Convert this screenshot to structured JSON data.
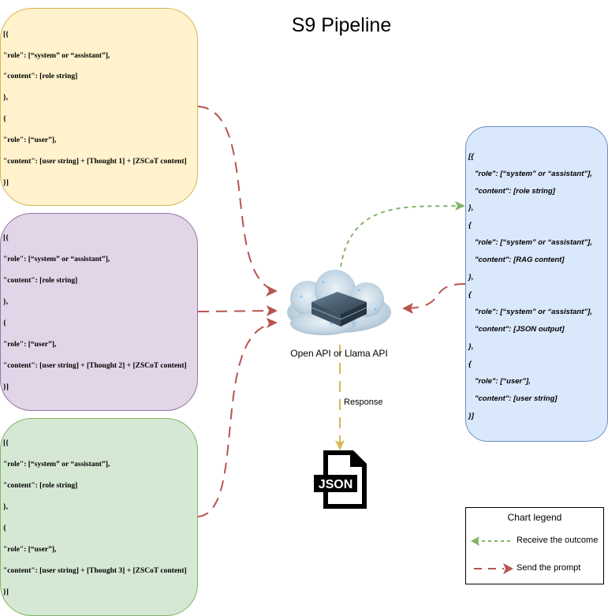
{
  "title": "S9 Pipeline",
  "prompt_boxes": [
    {
      "lines": [
        "[{",
        "\"role\": [“system” or “assistant”],",
        "\"content\": [role string]",
        "},",
        "{",
        "\"role\": [“user”],",
        "\"content\": [user string] + [Thought 1] + [ZSCoT content]",
        "}]"
      ]
    },
    {
      "lines": [
        "[{",
        "\"role\": [“system” or “assistant”],",
        "\"content\": [role string]",
        "},",
        "{",
        "\"role\": [“user”],",
        "\"content\": [user string] + [Thought 2] + [ZSCoT content]",
        "}]"
      ]
    },
    {
      "lines": [
        "[{",
        "\"role\": [“system” or “assistant”],",
        "\"content\": [role string]",
        "},",
        "{",
        "\"role\": [“user”],",
        "\"content\": [user string] + [Thought 3] + [ZSCoT content]",
        "}]"
      ]
    }
  ],
  "output_box": {
    "lines": [
      "[{",
      "\"role\": [“system” or “assistant”],",
      "\"content\": [role string]",
      "},",
      "{",
      "\"role\": [“system” or “assistant”],",
      "\"content\": [RAG content]",
      "},",
      "{",
      "\"role\": [“system” or “assistant”],",
      "\"content\": [JSON output]",
      "},",
      "{",
      "\"role\": [“user”],",
      "\"content\": [user string]",
      "}]"
    ]
  },
  "api_label": "Open API or Llama API",
  "response_label": "Response",
  "json_icon_text": "JSON",
  "legend": {
    "title": "Chart legend",
    "receive_label": "Receive the outcome",
    "send_label": "Send the prompt",
    "receive_color": "#82b366",
    "send_color": "#b85450"
  },
  "colors": {
    "yellow_fill": "#fff2cc",
    "purple_fill": "#e1d5e7",
    "green_fill": "#d5e8d4",
    "blue_fill": "#dae8fc",
    "response_arrow": "#d6b656"
  }
}
